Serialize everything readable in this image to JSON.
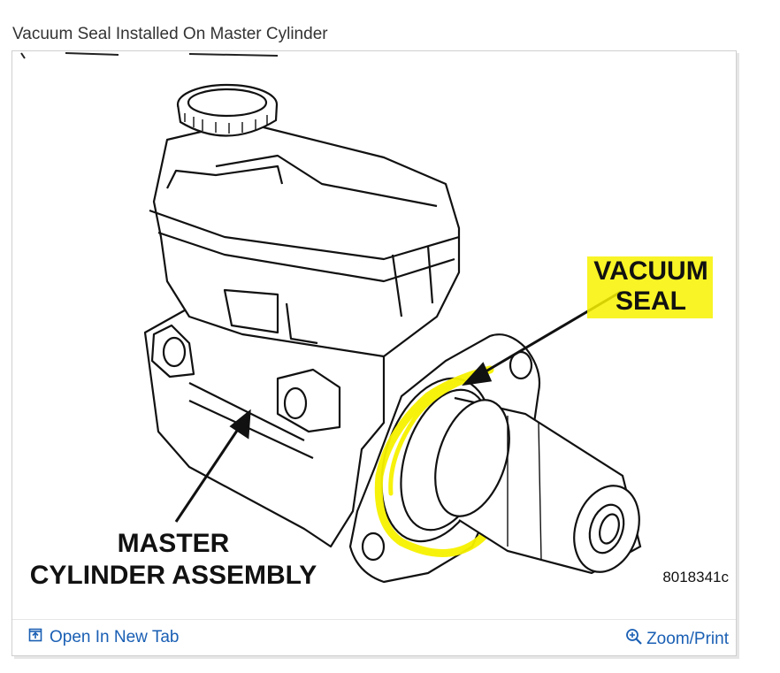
{
  "caption": "Vacuum Seal Installed On Master Cylinder",
  "diagram": {
    "label_vacuum_line1": "VACUUM",
    "label_vacuum_line2": "SEAL",
    "label_master_line1": "MASTER",
    "label_master_line2": "CYLINDER ASSEMBLY",
    "figure_code": "8018341c",
    "highlight_color": "#f7f200"
  },
  "footer": {
    "open_tab_label": "Open In New Tab",
    "zoom_label": "Zoom/Print",
    "open_tab_icon": "open-in-new-tab-icon",
    "zoom_icon": "magnifier-plus-icon",
    "link_color": "#1a5fb4"
  }
}
